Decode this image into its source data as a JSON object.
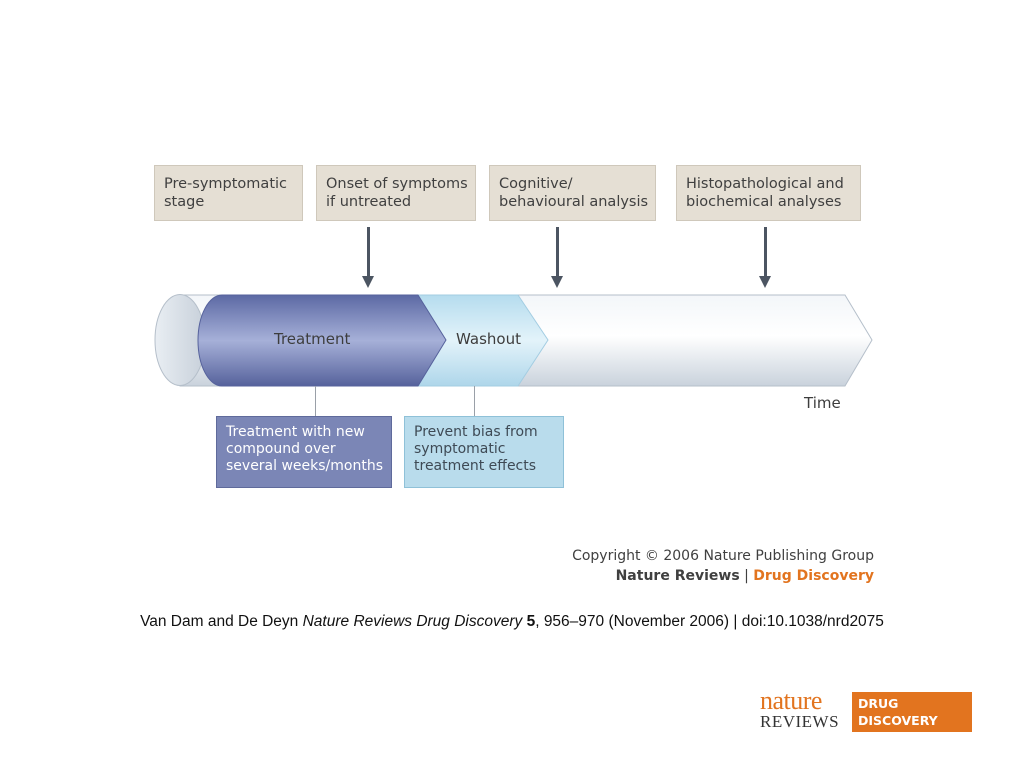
{
  "stage_boxes": [
    {
      "text": "Pre-symptomatic\nstage"
    },
    {
      "text": "Onset of symptoms\nif untreated"
    },
    {
      "text": "Cognitive/\nbehavioural analysis"
    },
    {
      "text": "Histopathological and\nbiochemical analyses"
    }
  ],
  "timeline": {
    "treatment_label": "Treatment",
    "washout_label": "Washout",
    "axis_label": "Time"
  },
  "notes": {
    "treatment": "Treatment with new\ncompound over\nseveral weeks/months",
    "washout": "Prevent bias from\nsymptomatic\ntreatment effects"
  },
  "copyright": {
    "line1": "Copyright © 2006 Nature Publishing Group",
    "journal": "Nature Reviews",
    "separator": " | ",
    "section": "Drug Discovery"
  },
  "citation": {
    "authors": "Van Dam and De Deyn ",
    "journal": "Nature Reviews Drug Discovery",
    "volume": "5",
    "rest": ", 956–970 (November 2006) | doi:10.1038/nrd2075"
  },
  "logo": {
    "nature": "nature",
    "reviews": "REVIEWS",
    "badge": "DRUG\nDISCOVERY"
  },
  "colors": {
    "treatment": "#6f7db3",
    "washout": "#c2e2f0",
    "tube": "#dfe5ec",
    "accent": "#e2741f"
  }
}
